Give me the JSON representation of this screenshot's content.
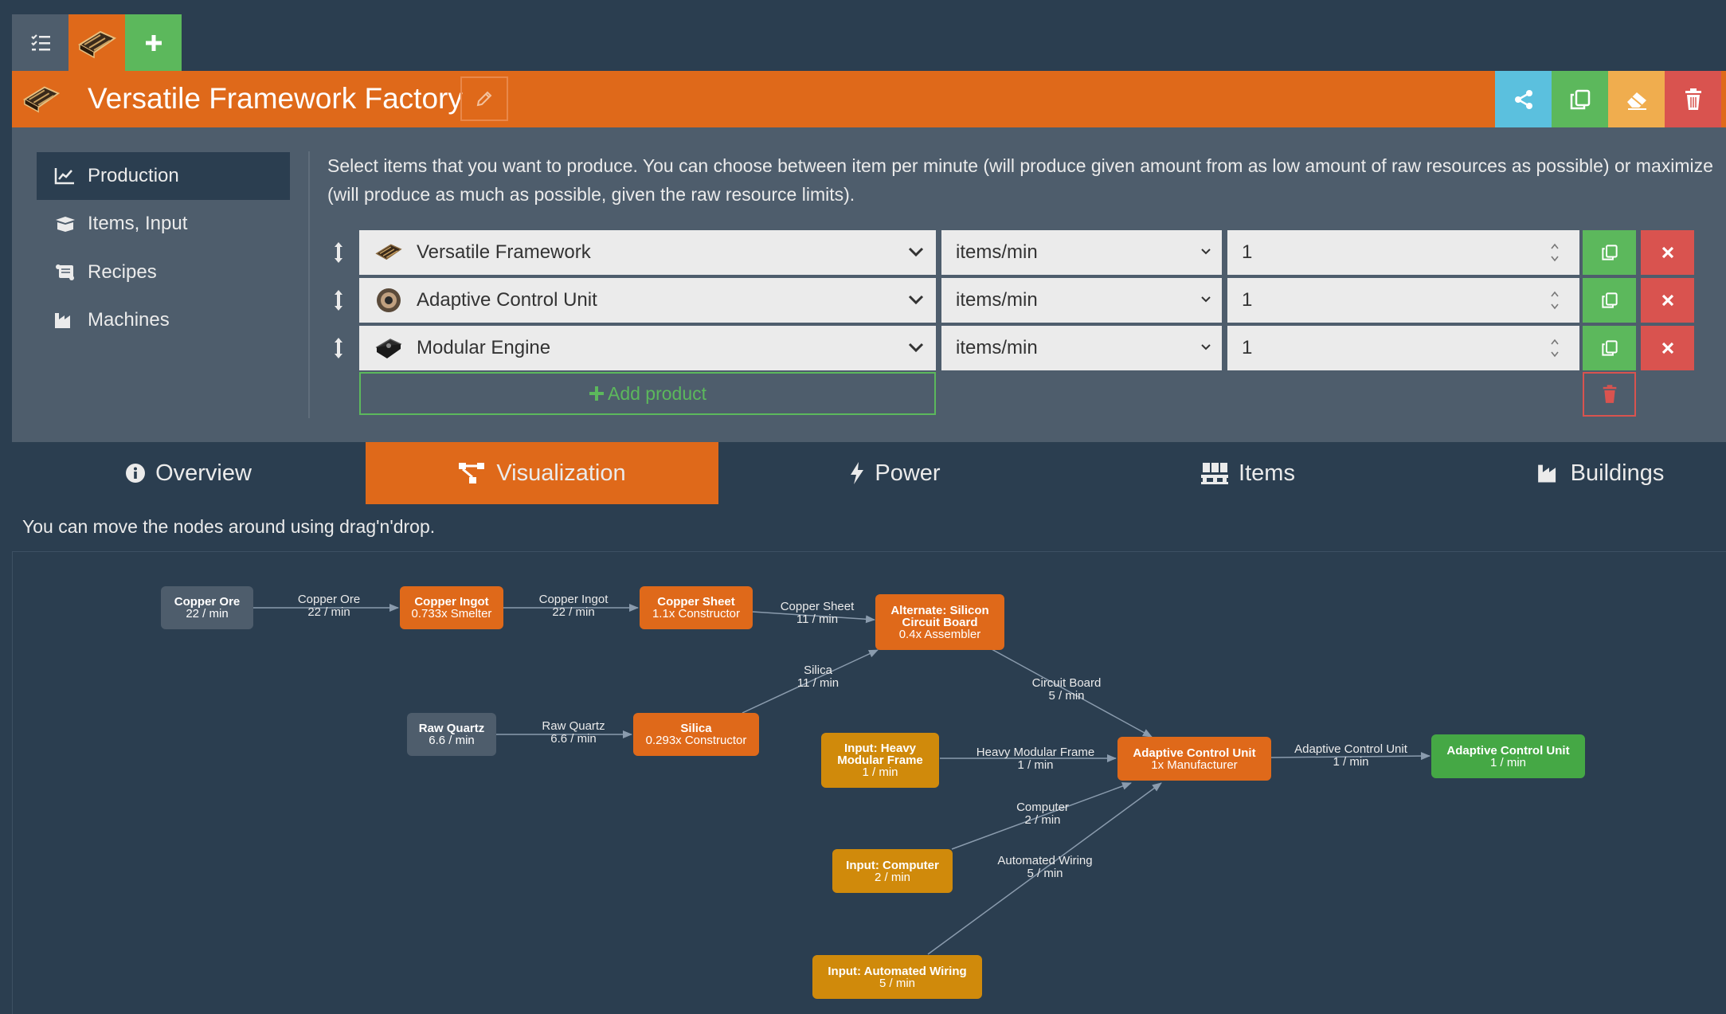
{
  "top_tabs": [
    {
      "name": "list-tab",
      "icon": "checklist-icon",
      "color": "#4e5d6c"
    },
    {
      "name": "factory-tab",
      "icon": "versatile-framework-icon",
      "color": "#df691a"
    },
    {
      "name": "add-tab",
      "icon": "plus-icon",
      "color": "#5cb85c"
    }
  ],
  "header": {
    "title": "Versatile Framework Factory",
    "buttons": [
      {
        "name": "share",
        "icon": "share-icon",
        "color": "#5bc0de"
      },
      {
        "name": "copy",
        "icon": "copy-icon",
        "color": "#5cb85c"
      },
      {
        "name": "clear",
        "icon": "eraser-icon",
        "color": "#f0ad4e"
      },
      {
        "name": "delete",
        "icon": "trash-icon",
        "color": "#d9534f"
      }
    ]
  },
  "sidebar": {
    "items": [
      {
        "label": "Production",
        "icon": "chart-line-icon",
        "active": true
      },
      {
        "label": "Items, Input",
        "icon": "box-open-icon"
      },
      {
        "label": "Recipes",
        "icon": "scroll-icon"
      },
      {
        "label": "Machines",
        "icon": "industry-icon"
      }
    ]
  },
  "production": {
    "description_line1": "Select items that you want to produce. You can choose between item per minute (will produce given amount from as low amount of raw resources as possible) or maximize",
    "description_line2": "(will produce as much as possible, given the raw resource limits).",
    "rows": [
      {
        "item": "Versatile Framework",
        "icon": "versatile-framework-icon",
        "unit": "items/min",
        "amount": "1"
      },
      {
        "item": "Adaptive Control Unit",
        "icon": "adaptive-control-unit-icon",
        "unit": "items/min",
        "amount": "1"
      },
      {
        "item": "Modular Engine",
        "icon": "modular-engine-icon",
        "unit": "items/min",
        "amount": "1"
      }
    ],
    "add_product_label": "Add product"
  },
  "tabs": [
    {
      "label": "Overview",
      "icon": "info-icon",
      "active": false
    },
    {
      "label": "Visualization",
      "icon": "sitemap-icon",
      "active": true
    },
    {
      "label": "Power",
      "icon": "bolt-icon",
      "active": false
    },
    {
      "label": "Items",
      "icon": "pallet-icon",
      "active": false
    },
    {
      "label": "Buildings",
      "icon": "industry-icon",
      "active": false
    }
  ],
  "visualization": {
    "hint": "You can move the nodes around using drag'n'drop.",
    "nodes": {
      "copper_ore": {
        "title": "Copper Ore",
        "sub": "22 / min",
        "kind": "raw"
      },
      "copper_ingot": {
        "title": "Copper Ingot",
        "sub": "0.733x Smelter",
        "kind": "production"
      },
      "copper_sheet": {
        "title": "Copper Sheet",
        "sub": "1.1x Constructor",
        "kind": "production"
      },
      "silicon_board": {
        "title1": "Alternate: Silicon",
        "title2": "Circuit Board",
        "sub": "0.4x Assembler",
        "kind": "production"
      },
      "raw_quartz": {
        "title": "Raw Quartz",
        "sub": "6.6 / min",
        "kind": "raw"
      },
      "silica": {
        "title": "Silica",
        "sub": "0.293x Constructor",
        "kind": "production"
      },
      "heavy_frame": {
        "title1": "Input: Heavy",
        "title2": "Modular Frame",
        "sub": "1 / min",
        "kind": "input"
      },
      "acu": {
        "title": "Adaptive Control Unit",
        "sub": "1x Manufacturer",
        "kind": "production"
      },
      "acu_out": {
        "title": "Adaptive Control Unit",
        "sub": "1 / min",
        "kind": "output"
      },
      "computer": {
        "title": "Input: Computer",
        "sub": "2 / min",
        "kind": "input"
      },
      "wiring": {
        "title": "Input: Automated Wiring",
        "sub": "5 / min",
        "kind": "input"
      }
    },
    "edges": [
      {
        "name": "Copper Ore",
        "rate": "22 / min"
      },
      {
        "name": "Copper Ingot",
        "rate": "22 / min"
      },
      {
        "name": "Copper Sheet",
        "rate": "11 / min"
      },
      {
        "name": "Silica",
        "rate": "11 / min"
      },
      {
        "name": "Raw Quartz",
        "rate": "6.6 / min"
      },
      {
        "name": "Circuit Board",
        "rate": "5 / min"
      },
      {
        "name": "Heavy Modular Frame",
        "rate": "1 / min"
      },
      {
        "name": "Adaptive Control Unit",
        "rate": "1 / min"
      },
      {
        "name": "Computer",
        "rate": "2 / min"
      },
      {
        "name": "Automated Wiring",
        "rate": "5 / min"
      }
    ]
  },
  "colors": {
    "background": "#2b3e50",
    "panel": "#4e5d6c",
    "accent": "#df691a",
    "success": "#5cb85c",
    "danger": "#d9534f",
    "info": "#5bc0de",
    "warning": "#f0ad4e",
    "input_node": "#d08a0b"
  }
}
